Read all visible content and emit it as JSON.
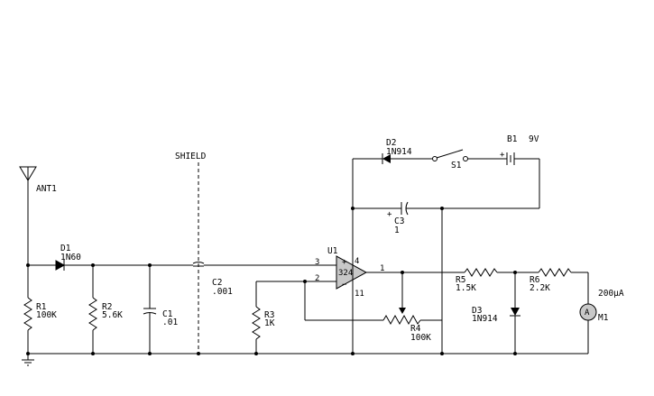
{
  "schematic": {
    "antenna": {
      "ref": "ANT1"
    },
    "shield": {
      "label": "SHIELD"
    },
    "d1": {
      "ref": "D1",
      "value": "1N60"
    },
    "r1": {
      "ref": "R1",
      "value": "100K"
    },
    "r2": {
      "ref": "R2",
      "value": "5.6K"
    },
    "c1": {
      "ref": "C1",
      "value": ".01"
    },
    "c2": {
      "ref": "C2",
      "value": ".001"
    },
    "r3": {
      "ref": "R3",
      "value": "1K"
    },
    "u1": {
      "ref": "U1",
      "body": "324",
      "pin_in_plus": "3",
      "pin_in_minus": "2",
      "pin_vcc": "4",
      "pin_out": "1",
      "pin_gnd": "11",
      "sign_plus": "+",
      "sign_minus": "−"
    },
    "r4": {
      "ref": "R4",
      "value": "100K"
    },
    "d2": {
      "ref": "D2",
      "value": "1N914"
    },
    "s1": {
      "ref": "S1"
    },
    "b1": {
      "ref": "B1",
      "value": "9V",
      "plus": "+"
    },
    "c3": {
      "ref": "C3",
      "value": "1",
      "plus": "+"
    },
    "r5": {
      "ref": "R5",
      "value": "1.5K"
    },
    "r6": {
      "ref": "R6",
      "value": "2.2K"
    },
    "d3": {
      "ref": "D3",
      "value": "1N914"
    },
    "m1": {
      "ref": "M1",
      "value": "200µA",
      "symbol": "A"
    }
  }
}
